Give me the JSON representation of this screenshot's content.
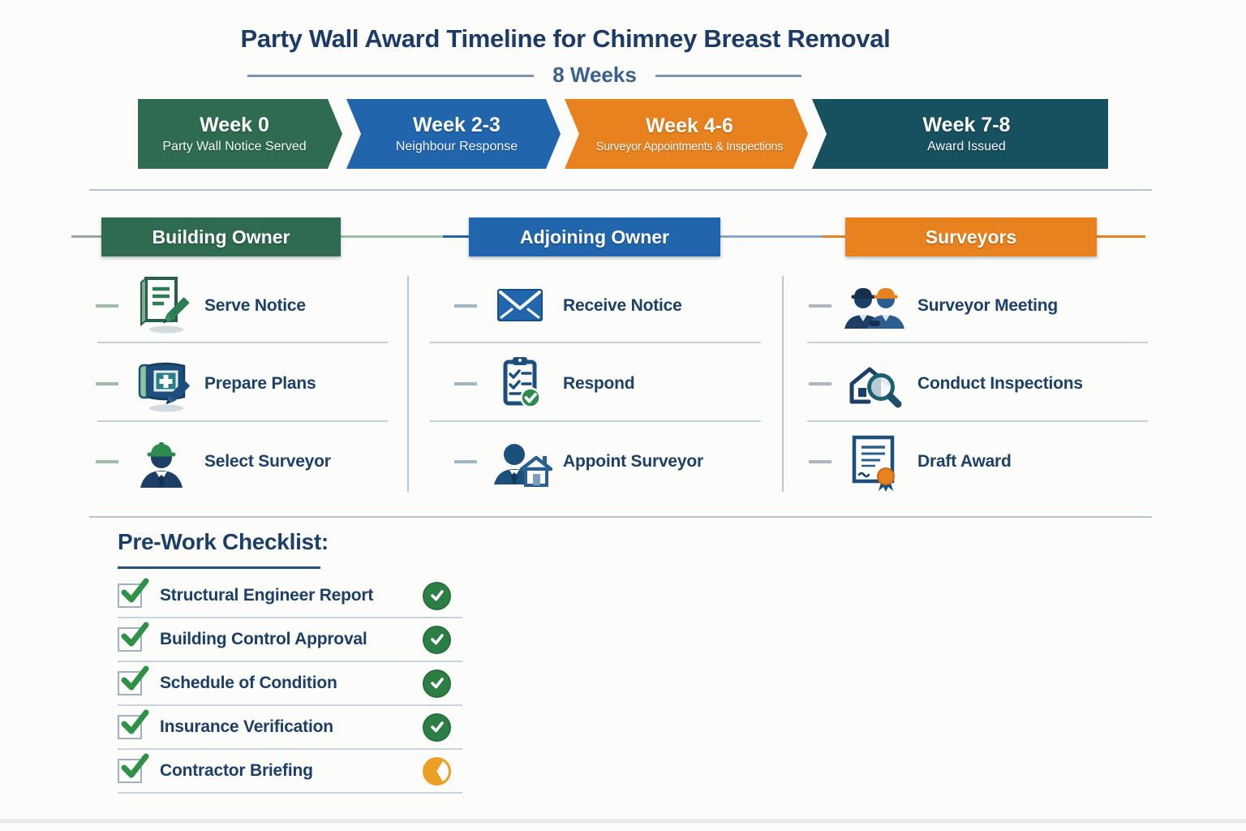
{
  "title": "Party Wall Award Timeline for Chimney Breast Removal",
  "duration_label": "8 Weeks",
  "timeline": {
    "segments": [
      {
        "week": "Week 0",
        "label": "Party Wall Notice Served",
        "color": "#2e6b50"
      },
      {
        "week": "Week 2-3",
        "label": "Neighbour Response",
        "color": "#2166ac"
      },
      {
        "week": "Week 4-6",
        "label": "Surveyor Appointments & Inspections",
        "color": "#e8821e"
      },
      {
        "week": "Week 7-8",
        "label": "Award Issued",
        "color": "#17505f"
      }
    ]
  },
  "columns": [
    {
      "title": "Building Owner",
      "color": "#2e6b50",
      "items": [
        {
          "label": "Serve Notice",
          "icon": "document-pencil-icon"
        },
        {
          "label": "Prepare Plans",
          "icon": "blueprint-pencil-icon"
        },
        {
          "label": "Select Surveyor",
          "icon": "hardhat-person-icon"
        }
      ]
    },
    {
      "title": "Adjoining Owner",
      "color": "#2166ac",
      "items": [
        {
          "label": "Receive Notice",
          "icon": "envelope-icon"
        },
        {
          "label": "Respond",
          "icon": "clipboard-check-icon"
        },
        {
          "label": "Appoint Surveyor",
          "icon": "person-house-icon"
        }
      ]
    },
    {
      "title": "Surveyors",
      "color": "#e8821e",
      "items": [
        {
          "label": "Surveyor Meeting",
          "icon": "two-surveyors-icon"
        },
        {
          "label": "Conduct Inspections",
          "icon": "house-magnifier-icon"
        },
        {
          "label": "Draft Award",
          "icon": "certificate-rosette-icon"
        }
      ]
    }
  ],
  "checklist": {
    "title": "Pre-Work Checklist:",
    "items": [
      {
        "label": "Structural Engineer Report",
        "status": "complete"
      },
      {
        "label": "Building Control Approval",
        "status": "complete"
      },
      {
        "label": "Schedule of Condition",
        "status": "complete"
      },
      {
        "label": "Insurance Verification",
        "status": "complete"
      },
      {
        "label": "Contractor Briefing",
        "status": "in-progress"
      }
    ]
  },
  "palette": {
    "green": "#2e6b50",
    "blue": "#2166ac",
    "orange": "#e8821e",
    "teal": "#17505f",
    "navy_text": "#1c3f66",
    "check_green": "#2e8b4f",
    "progress_orange": "#eba023",
    "divider": "#b6c3d1"
  }
}
